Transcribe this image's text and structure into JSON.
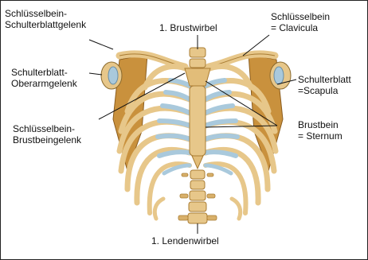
{
  "labels": {
    "sc_joint": [
      "Schlüsselbein-",
      "Schulterblattgelenk"
    ],
    "first_thoracic": "1. Brustwirbel",
    "clavicle": [
      "Schlüsselbein",
      "= Clavicula"
    ],
    "shoulder_joint": [
      "Schulterblatt-",
      "Oberarmgelenk"
    ],
    "scapula": [
      "Schulterblatt",
      "=Scapula"
    ],
    "sternoclav_joint": [
      "Schlüsselbein-",
      "Brustbeingelenk"
    ],
    "sternum": [
      "Brustbein",
      "= Sternum"
    ],
    "first_lumbar": "1. Lendenwirbel"
  },
  "colors": {
    "bone": "#e7c78a",
    "bone_dark": "#b88a3e",
    "cartilage": "#a9c9dc",
    "scapula": "#c9913d",
    "leader": "#111111"
  }
}
